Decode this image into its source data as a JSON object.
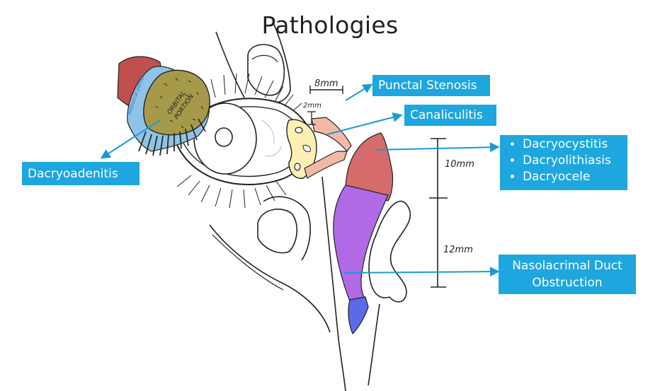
{
  "slide": {
    "title": "Pathologies"
  },
  "labels": {
    "punctal_stenosis": "Punctal Stenosis",
    "canaliculitis": "Canaliculitis",
    "dacryoadenitis": "Dacryoadenitis",
    "sac_pathologies": [
      "Dacryocystitis",
      "Dacryolithiasis",
      "Dacryocele"
    ],
    "nld_obstruction_line1": "Nasolacrimal Duct",
    "nld_obstruction_line2": "Obstruction"
  },
  "measurements": {
    "canaliculus_horizontal": "8mm",
    "canaliculus_vertical": "2mm",
    "sac_length": "10mm",
    "duct_length": "12mm"
  },
  "gland_text": {
    "orbital_portion_line1": "ORBITAL",
    "orbital_portion_line2": "PORTION",
    "palpebral_portion": "palpebral portion"
  },
  "colors": {
    "label_fill": "#1ea6de",
    "label_text": "#ffffff",
    "arrow": "#1a9bd7",
    "gland_orbital": "#a69a4a",
    "gland_palpebral": "#8ec4e8",
    "gland_red": "#c0504d",
    "canaliculus": "#f4b9a4",
    "lacrimal_sac": "#d56b6b",
    "nasolacrimal_duct": "#b06ae6",
    "duct_outlet": "#5b6ae8",
    "caruncle": "#fdf0b4"
  }
}
